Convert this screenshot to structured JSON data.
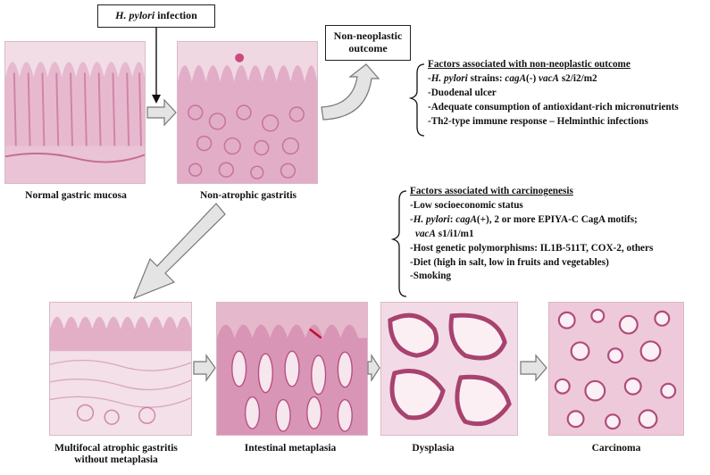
{
  "boxes": {
    "infection": {
      "species": "H. pylori",
      "rest": " infection"
    },
    "outcome": {
      "line1": "Non-neoplastic",
      "line2": "outcome"
    }
  },
  "captions": {
    "normal": "Normal gastric mucosa",
    "nonatrophic": "Non-atrophic gastritis",
    "multifocal_line1": "Multifocal atrophic gastritis",
    "multifocal_line2": "without metaplasia",
    "intestinal": "Intestinal metaplasia",
    "dysplasia": "Dysplasia",
    "carcinoma": "Carcinoma"
  },
  "non_neoplastic": {
    "title": "Factors associated with non-neoplastic outcome",
    "item1": {
      "pre": "-",
      "it1": "H. pylori",
      "mid": " strains: ",
      "it2": "cagA",
      "mid2": "(-) ",
      "it3": "vacA",
      "post": " s2/i2/m2"
    },
    "item2": "-Duodenal ulcer",
    "item3": "-Adequate consumption of antioxidant-rich micronutrients",
    "item4": "-Th2-type immune response – Helminthic infections"
  },
  "carcinogenesis": {
    "title": "Factors associated with carcinogenesis",
    "item1": "-Low socioeconomic status",
    "item2": {
      "pre": "-",
      "it1": "H. pylori",
      "mid": ": ",
      "it2": "cagA",
      "post": "(+), 2 or more EPIYA-C CagA motifs;"
    },
    "item2b": {
      "it": "vacA",
      "post": " s1/i1/m1"
    },
    "item3": "-Host genetic polymorphisms: IL1B-511T, COX-2, others",
    "item4": "-Diet (high in salt, low in fruits and vegetables)",
    "item5": "-Smoking"
  },
  "colors": {
    "tissue_bg": "#f1dbe6",
    "tissue_stain": "#c76f98",
    "arrow_fill": "#e4e4e4",
    "arrow_stroke": "#777777"
  }
}
